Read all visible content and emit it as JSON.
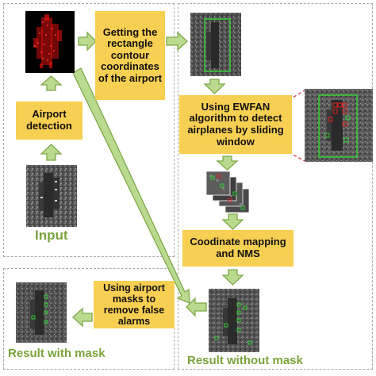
{
  "diagram": {
    "steps": {
      "get_contour": "Getting the rectangle contour coordinates of the airport",
      "airport_detection": "Airport detection",
      "ewfan": "Using EWFAN algorithm to detect airplanes by sliding window",
      "mapping": "Coodinate mapping and NMS",
      "masks": "Using airport masks to remove false alarms"
    },
    "labels": {
      "input": "Input",
      "result_with_mask": "Result with mask",
      "result_without_mask": "Result without mask"
    },
    "colors": {
      "step_box": "#f7cf52",
      "arrow_fill": "#b9da8f",
      "arrow_stroke": "#7fa84a",
      "label_green": "#7aa33a",
      "detection_box": "#33cc33",
      "false_alarm_box": "#dd2222",
      "panel_border": "#a8a8a8"
    }
  }
}
